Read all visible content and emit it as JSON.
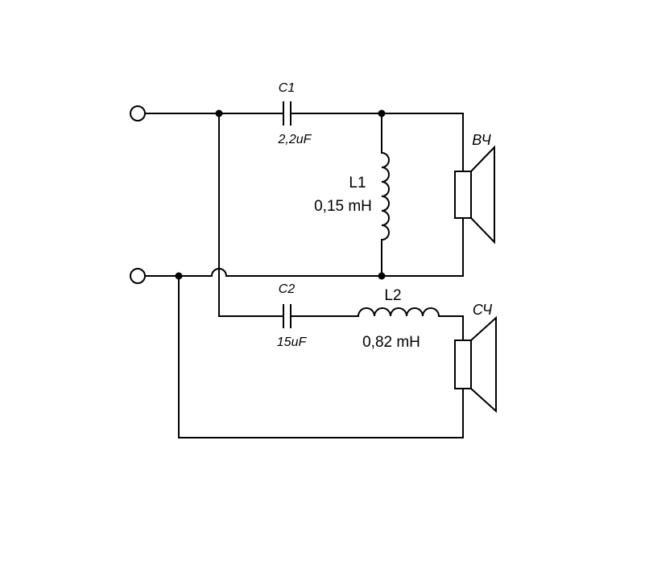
{
  "components": {
    "c1": {
      "ref": "C1",
      "value": "2,2uF"
    },
    "c2": {
      "ref": "C2",
      "value": "15uF"
    },
    "l1": {
      "ref": "L1",
      "value": "0,15 mH"
    },
    "l2": {
      "ref": "L2",
      "value": "0,82 mH"
    },
    "tweeter": {
      "label": "ВЧ"
    },
    "midrange": {
      "label": "СЧ"
    }
  }
}
